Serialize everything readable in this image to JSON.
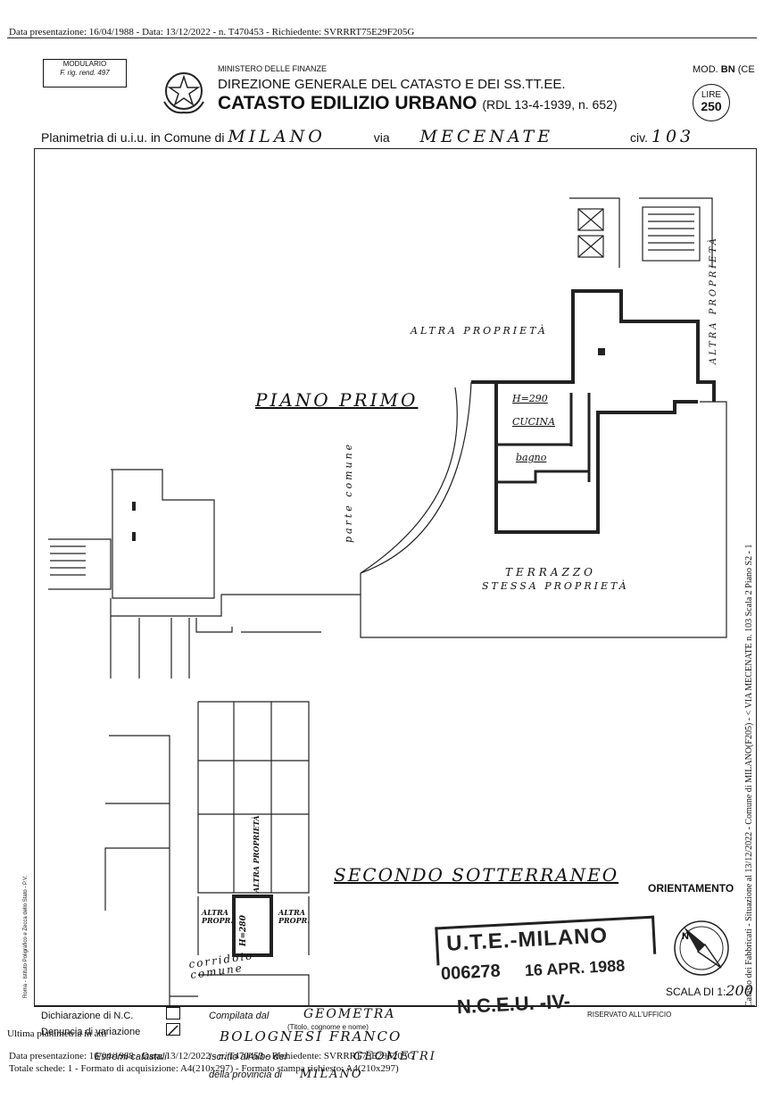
{
  "header": {
    "top_line": "Data presentazione: 16/04/1988 - Data: 13/12/2022 - n. T470453 - Richiedente: SVRRRT75E29F205G",
    "modulario_title": "MODULARIO",
    "modulario_sub": "F. rig. rend. 497",
    "ministry": "MINISTERO DELLE FINANZE",
    "direzione": "DIREZIONE GENERALE DEL CATASTO E DEI SS.TT.EE.",
    "catasto": "CATASTO EDILIZIO URBANO",
    "catasto_law": "(RDL 13-4-1939, n. 652)",
    "mod_prefix": "MOD.",
    "mod_bold": "BN",
    "mod_suffix": "(CE",
    "lire_label": "LIRE",
    "lire_value": "250"
  },
  "planline": {
    "prefix": "Planimetria di u.i.u. in Comune di",
    "comune": "MILANO",
    "via_label": "via",
    "via": "MECENATE",
    "civ_label": "civ.",
    "civ": "103"
  },
  "plan": {
    "piano_primo": "PIANO PRIMO",
    "secondo": "SECONDO SOTTERRANEO",
    "altra_proprieta": "ALTRA PROPRIETÀ",
    "parte_comune": "parte comune",
    "terrazzo": "TERRAZZO",
    "stessa": "STESSA PROPRIETÀ",
    "h290": "H=290",
    "cucina": "CUCINA",
    "bagno": "bagno",
    "altra_propr_left": "ALTRA PROPR.",
    "altra_propr_right": "ALTRA PROPR.",
    "altra_proprieta_vert": "ALTRA PROPRIETÀ",
    "h280": "H=280",
    "corridoio": "corridoio comune"
  },
  "orient": {
    "label": "ORIENTAMENTO",
    "north": "N",
    "scala_label": "SCALA DI 1:",
    "scala_value": "200"
  },
  "stamp": {
    "line1": "U.T.E.-MILANO",
    "number": "006278",
    "date": "16 APR. 1988",
    "line3": "N.C.E.U. -IV-"
  },
  "side": {
    "right": "Catasto dei Fabbricati - Situazione al 13/12/2022 - Comune di MILANO(F205) - <  VIA MECENATE n. 103  Scala 2 Piano S2 - 1",
    "left": "Roma - Istituto Poligrafico e Zecca dello Stato - P.V."
  },
  "footer": {
    "dichiarazione": "Dichiarazione di N.C.",
    "denuncia": "Denuncia di variazione",
    "compilata": "Compilata dal",
    "geometra": "GEOMETRA",
    "titolo": "(Titolo, cognome e nome)",
    "nome": "BOLOGNESI FRANCO",
    "iscritto": "Iscritto all'albo dei",
    "albo": "GEOMETRI",
    "provincia": "della provincia di",
    "prov_value": "MILANO",
    "riservato": "RISERVATO ALL'UFFICIO",
    "overlay1": "Ultima planimetria in atti",
    "overlay2": "Data presentazione: 16/04/1988 - Data: 13/12/2022 - n. T470453 - Richiedente: SVRRRT75E29F205G",
    "overlay3": "Totale schede: 1 - Formato di acquisizione: A4(210x297) - Formato stampa richiesto: A4(210x297)",
    "overlay4": "Estremi catastali"
  }
}
